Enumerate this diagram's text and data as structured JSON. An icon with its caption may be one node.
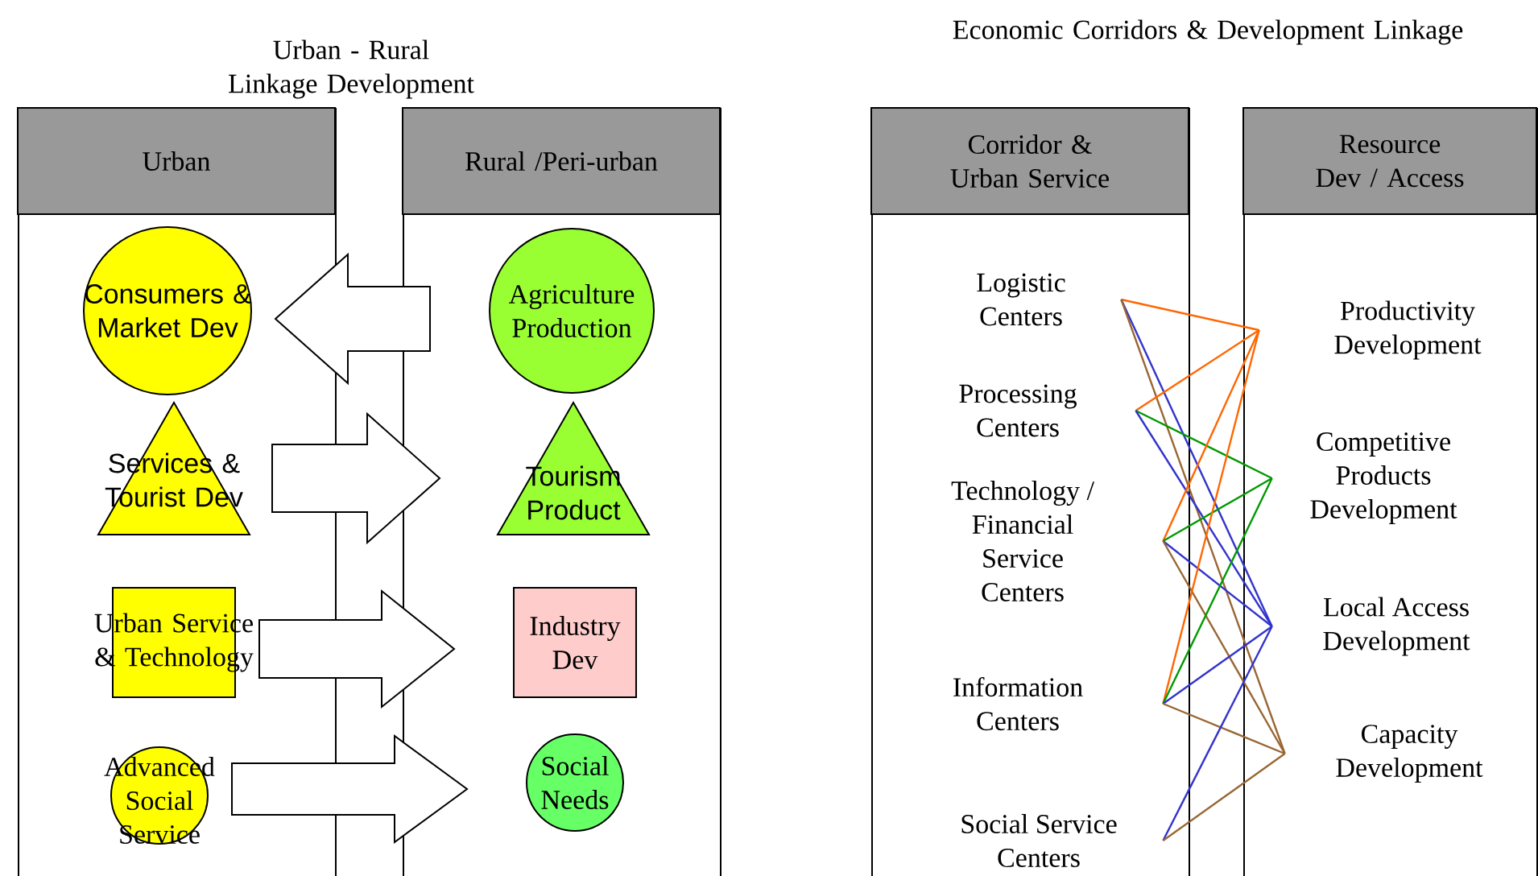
{
  "diagram": {
    "nodes": [
      {
        "text": [
          "Urban"
        ]
      },
      {
        "text": [
          "Consumers & Market Dev"
        ],
        "in": 0
      },
      {
        "text": [
          "Services & Tourist Dev"
        ],
        "in": 0
      },
      {
        "text": [
          "Urban Service & Technology"
        ],
        "in": 0
      },
      {
        "text": [
          "Advanced Social Service"
        ],
        "in": 0
      },
      {
        "text": [
          "Rural /Peri-urban"
        ]
      },
      {
        "text": [
          "Agriculture Production"
        ],
        "in": 5
      },
      {
        "text": [
          "Tourism Product"
        ],
        "in": 5
      },
      {
        "text": [
          "Industry Dev"
        ],
        "in": 5
      },
      {
        "text": [
          "Social Needs"
        ],
        "in": 5
      },
      {
        "text": [
          "Corridor & Urban Service"
        ]
      },
      {
        "text": [
          "Logistic Centers"
        ],
        "in": 10
      },
      {
        "text": [
          "Processing Centers"
        ],
        "in": 10
      },
      {
        "text": [
          "Technology / Financial Service Centers"
        ],
        "in": 10
      },
      {
        "text": [
          "Information Centers"
        ],
        "in": 10
      },
      {
        "text": [
          "Social Service Centers"
        ],
        "in": 10
      },
      {
        "text": [
          "Resource Dev / Access"
        ]
      },
      {
        "text": [
          "Productivity Development"
        ],
        "in": 16
      },
      {
        "text": [
          "Competitive Products Development"
        ],
        "in": 16
      },
      {
        "text": [
          "Local Access Development"
        ],
        "in": 16
      },
      {
        "text": [
          "Capacity Development"
        ],
        "in": 16
      }
    ],
    "edges": [
      {
        "from": 6,
        "to": 1,
        "arrow": "to"
      },
      {
        "from": 2,
        "to": 7,
        "arrow": "to"
      },
      {
        "from": 3,
        "to": 8,
        "arrow": "to"
      },
      {
        "from": 4,
        "to": 9,
        "arrow": "to"
      },
      {
        "from": 11,
        "to": 17,
        "arrow": "none",
        "color": "#ff6600"
      },
      {
        "from": 11,
        "to": 19,
        "arrow": "none",
        "color": "#3333cc"
      },
      {
        "from": 11,
        "to": 20,
        "arrow": "none",
        "color": "#996633"
      },
      {
        "from": 12,
        "to": 17,
        "arrow": "none",
        "color": "#ff6600"
      },
      {
        "from": 12,
        "to": 18,
        "arrow": "none",
        "color": "#009900"
      },
      {
        "from": 12,
        "to": 19,
        "arrow": "none",
        "color": "#3333cc"
      },
      {
        "from": 13,
        "to": 17,
        "arrow": "none",
        "color": "#ff6600"
      },
      {
        "from": 13,
        "to": 18,
        "arrow": "none",
        "color": "#009900"
      },
      {
        "from": 13,
        "to": 19,
        "arrow": "none",
        "color": "#3333cc"
      },
      {
        "from": 13,
        "to": 20,
        "arrow": "none",
        "color": "#996633"
      },
      {
        "from": 14,
        "to": 17,
        "arrow": "none",
        "color": "#ff6600"
      },
      {
        "from": 14,
        "to": 18,
        "arrow": "none",
        "color": "#009900"
      },
      {
        "from": 14,
        "to": 19,
        "arrow": "none",
        "color": "#3333cc"
      },
      {
        "from": 14,
        "to": 20,
        "arrow": "none",
        "color": "#996633"
      },
      {
        "from": 15,
        "to": 19,
        "arrow": "none",
        "color": "#3333cc"
      },
      {
        "from": 15,
        "to": 20,
        "arrow": "none",
        "color": "#996633"
      }
    ],
    "labels": [
      "Urban - Rural Linkage Development",
      "Economic Corridors & Development Linkage"
    ]
  }
}
